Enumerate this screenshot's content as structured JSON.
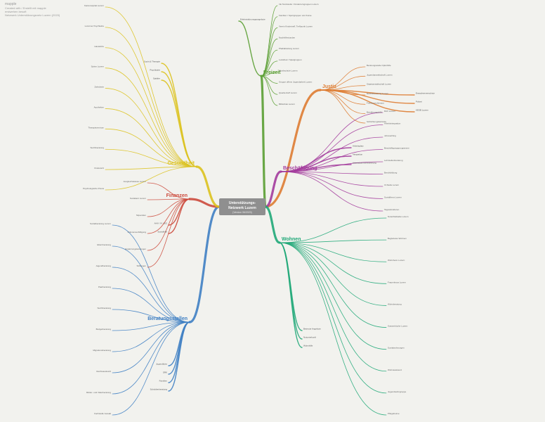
{
  "header": {
    "app": "mapple",
    "line1": "Created with / Erstellt mit mapple",
    "line2": "erstwehen besoft",
    "line3": "Netzwerk Unterstützungsnetz Luzern (2020)"
  },
  "center": {
    "title_line1": "Unterstützungs-",
    "title_line2": "Netzwerk Luzern",
    "subtitle": "(Version 06/2020)"
  },
  "branches": [
    {
      "key": "freizeit",
      "label": "Freizeit",
      "color": "#5a9e32",
      "subs": [
        "Erlebnisbürunsgsangebote"
      ],
      "leaves": [
        "Ink Tanzstudio / Kinderturngruppen Luzern",
        "Familien / Sportgruppen und Kurse",
        "Verein Kindertreff, Treffpunkt Luzern",
        "Nachhilfestunden",
        "Pfadiabteilung Luzern",
        "Ludothek / Spielgruppen",
        "Musikschule Luzern",
        "Gruppe offene Jugendarbeit Luzern",
        "Quartiertreff Luzern",
        "Bibliothek Luzern"
      ]
    },
    {
      "key": "justiz",
      "label": "Justiz",
      "color": "#de7c32",
      "subs": [
        "Erwachsenenschutz",
        "Polizei",
        "KESB Luzern"
      ],
      "leaves": [
        "Beratungsstelle Opferhilfe",
        "Jugendanwaltschaft Luzern",
        "Staatsanwaltschaft Luzern",
        "Rechtsberatung Luzern",
        "Friedensrichteramt",
        "Bewährungshilfe",
        "Schlichtungsbehörde"
      ]
    },
    {
      "key": "beschaeftigung",
      "label": "Beschäftigung",
      "color": "#a33b9c",
      "subs": [
        "Arbeitsplatz",
        "Integration",
        "Arbeitslosenversicherung"
      ],
      "leaves": [
        "RAV Luzern",
        "Arbeitsintegration",
        "Jobcoaching",
        "Beschäftigungsprogramme",
        "Lehrstellenberatung",
        "Berufsbildung",
        "IV-Stelle Luzern",
        "Sozialfirma Luzern",
        "Tagesstrukturen"
      ]
    },
    {
      "key": "wohnen",
      "label": "Wohnen",
      "color": "#20a878",
      "subs": [
        "Betreute Angebote",
        "Notunterkunft",
        "Wohnhilfe"
      ],
      "leaves": [
        "Notschlafstelle Luzern",
        "Begleitetes Wohnen",
        "Wohnheim Luzern",
        "Frauenhaus Luzern",
        "Wohnberatung",
        "Gassenküche Luzern",
        "Sozialwohnungen",
        "Wohnassistenz",
        "Jugendwohngruppe",
        "Pflegeheime"
      ]
    },
    {
      "key": "beratung",
      "label": "Beratungsstellen",
      "color": "#3f7fc3",
      "subs": [
        "Jugendliche",
        "SRK",
        "Familien",
        "Schuldenberatung"
      ],
      "leaves": [
        "Sozialberatung Luzern",
        "Elternberatung",
        "Jugendberatung",
        "Paarberatung",
        "Suchtberatung",
        "Budgetberatung",
        "Migrationsberatung",
        "Rechtsauskunft",
        "Mütter- und Väterberatung",
        "Fachstelle Gewalt"
      ]
    },
    {
      "key": "finanzen",
      "label": "Finanzen",
      "color": "#cc4a3c",
      "subs": [
        "AHV / IV / EO",
        "Sozialhilfe"
      ],
      "leaves": [
        "Ausgleichskasse Luzern",
        "Sozialamt Luzern",
        "Stipendien",
        "Prämienverbilligung",
        "Ergänzungsleistungen",
        "Stiftungen"
      ]
    },
    {
      "key": "gesundheit",
      "label": "Gesundheit",
      "color": "#dcc21e",
      "subs": [
        "Sucht & Therapie",
        "Psychiatrie",
        "Spitäler"
      ],
      "leaves": [
        "Kantonsspital Luzern",
        "Luzerner Psychiatrie",
        "Hausärzte",
        "Spitex Luzern",
        "Zahnärzte",
        "Apotheken",
        "Therapiezentrum",
        "Suchtberatung",
        "Kinderarzt",
        "Psychologische Praxis"
      ]
    }
  ],
  "colors": {
    "background": "#f2f2ee",
    "center": "#8f8f8f"
  }
}
